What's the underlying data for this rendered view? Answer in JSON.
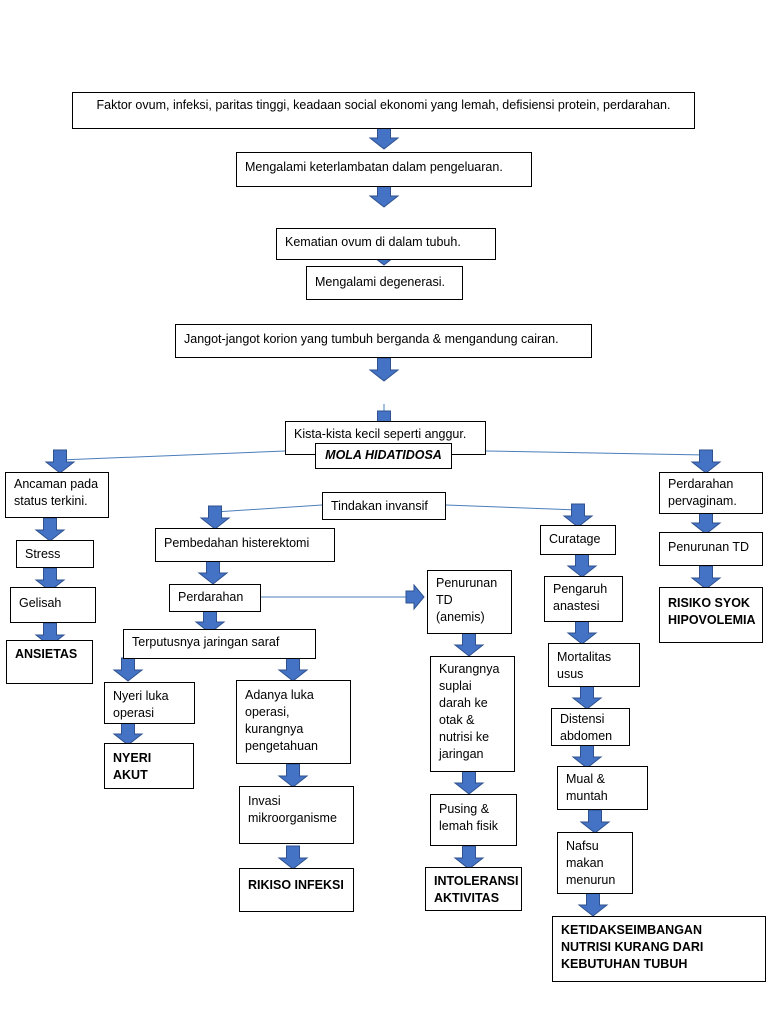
{
  "colors": {
    "arrow_fill": "#4472c4",
    "arrow_stroke": "#2f528f",
    "connector": "#4a7ebb"
  },
  "nodes": {
    "faktor": "Faktor ovum, infeksi, paritas tinggi, keadaan social ekonomi yang lemah, defisiensi protein, perdarahan.",
    "keterlambatan": "Mengalami keterlambatan dalam pengeluaran.",
    "kematian": "Kematian ovum di dalam tubuh.",
    "degenerasi": "Mengalami degenerasi.",
    "jangot": "Jangot-jangot korion yang tumbuh berganda & mengandung cairan.",
    "kista": "Kista-kista kecil seperti anggur.",
    "mola": "MOLA HIDATIDOSA",
    "ancaman": "Ancaman pada\nstatus terkini.",
    "stress": "Stress",
    "gelisah": "Gelisah",
    "ansietas": "ANSIETAS",
    "tindakan": "Tindakan invansif",
    "pembedahan": "Pembedahan histerektomi",
    "perdarahan": "Perdarahan",
    "terputusnya": "Terputusnya jaringan saraf",
    "nyeri_luka": "Nyeri luka\noperasi",
    "nyeri_akut": "NYERI AKUT",
    "adanya_luka": "Adanya luka\noperasi,\nkurangnya\npengetahuan",
    "invasi": "Invasi\nmikroorganisme",
    "rikiso": "RIKISO INFEKSI",
    "penurunan_anemis": "Penurunan\nTD\n(anemis)",
    "kurangnya_suplai": "Kurangnya\nsuplai\ndarah ke\notak &\nnutrisi ke\njaringan",
    "pusing": "Pusing &\nlemah fisik",
    "intoleransi": "INTOLERANSI\nAKTIVITAS",
    "curatage": "Curatage",
    "pengaruh": "Pengaruh\nanastesi",
    "mortalitas": "Mortalitas\nusus",
    "distensi": "Distensi\nabdomen",
    "mual": "Mual &\nmuntah",
    "nafsu": "Nafsu\nmakan\nmenurun",
    "ketidakseimbangan": "KETIDAKSEIMBANGAN\nNUTRISI KURANG DARI\nKEBUTUHAN TUBUH",
    "perdarahan_pervaginam": "Perdarahan\npervaginam.",
    "penurunan_td": "Penurunan TD",
    "risiko_syok": "RISIKO SYOK\nHIPOVOLEMIA"
  }
}
